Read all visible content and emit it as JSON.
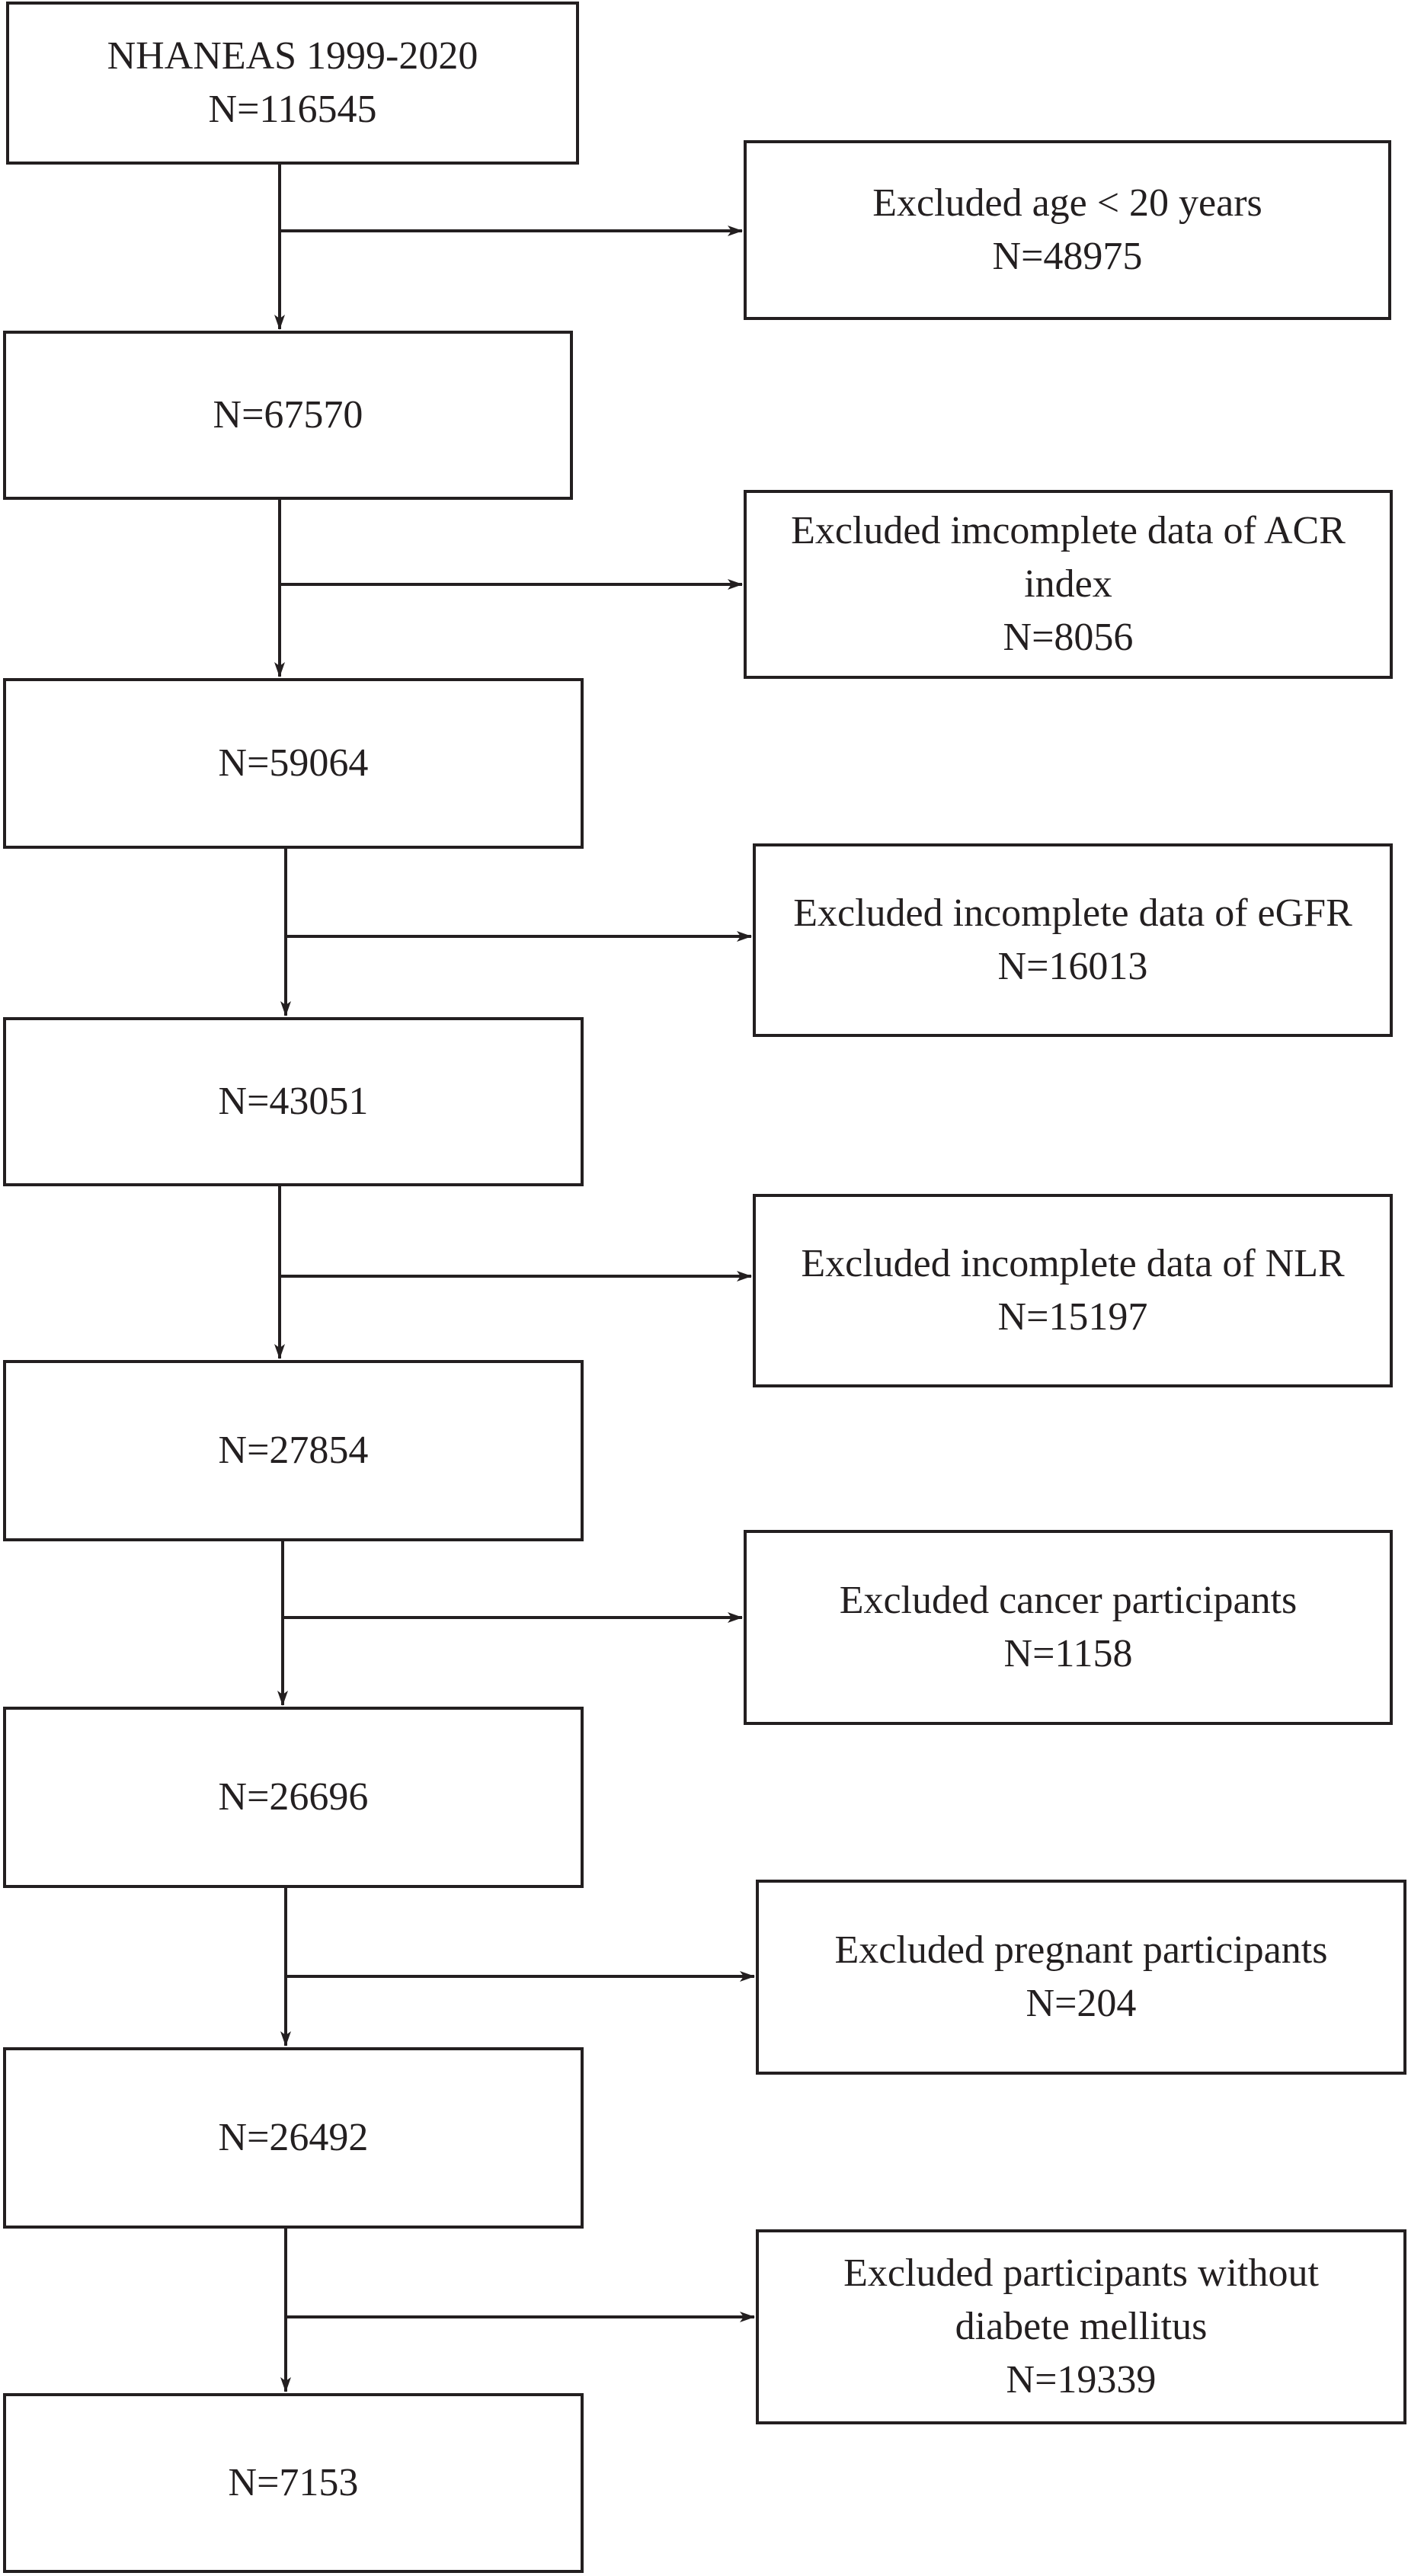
{
  "colors": {
    "line": "#231f20",
    "background": "#ffffff"
  },
  "main_boxes": [
    {
      "lines": [
        "NHANEAS 1999-2020",
        "N=116545"
      ]
    },
    {
      "lines": [
        "N=67570"
      ]
    },
    {
      "lines": [
        "N=59064"
      ]
    },
    {
      "lines": [
        "N=43051"
      ]
    },
    {
      "lines": [
        "N=27854"
      ]
    },
    {
      "lines": [
        "N=26696"
      ]
    },
    {
      "lines": [
        "N=26492"
      ]
    },
    {
      "lines": [
        "N=7153"
      ]
    }
  ],
  "exclusion_boxes": [
    {
      "lines": [
        "Excluded age < 20 years",
        "N=48975"
      ]
    },
    {
      "lines": [
        "Excluded imcomplete data of ACR",
        "index",
        "N=8056"
      ]
    },
    {
      "lines": [
        "Excluded incomplete data of eGFR",
        "N=16013"
      ]
    },
    {
      "lines": [
        "Excluded incomplete data of NLR",
        "N=15197"
      ]
    },
    {
      "lines": [
        "Excluded cancer participants",
        "N=1158"
      ]
    },
    {
      "lines": [
        "Excluded pregnant participants",
        "N=204"
      ]
    },
    {
      "lines": [
        "Excluded participants without",
        "diabete mellitus",
        "N=19339"
      ]
    }
  ]
}
